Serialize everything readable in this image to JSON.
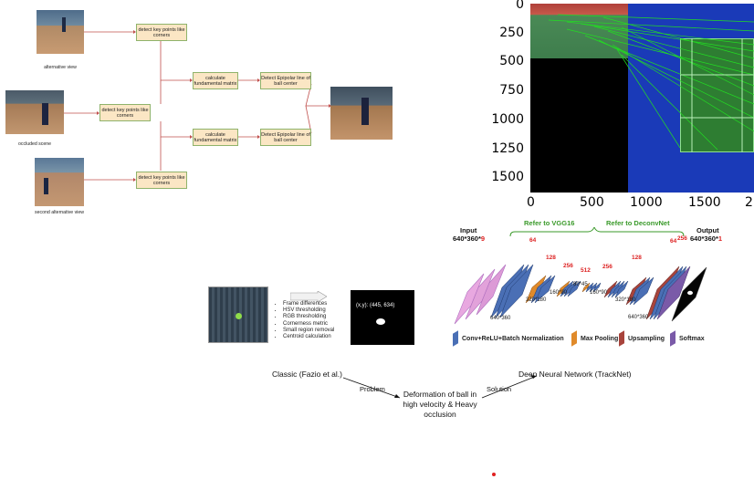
{
  "flowchart": {
    "boxes": {
      "kp_top": "detect key points like corners",
      "kp_mid": "detect key points like corners",
      "kp_bot": "detect key points like corners",
      "fm_top": "calculate fundamental matrix",
      "fm_bot": "calculate fundamental matrix",
      "ep_top": "Detect Epipolar line of ball center",
      "ep_bot": "Detect Epipolar line of ball center"
    },
    "captions": {
      "top": "alternative view",
      "mid": "occluded scene",
      "bot": "second alternative view"
    },
    "colors": {
      "box_fill": "#fbe6c4",
      "box_border": "#8fb36b",
      "arrow": "#c0504d"
    }
  },
  "plot": {
    "y_ticks": [
      "0",
      "250",
      "500",
      "750",
      "1000",
      "1250",
      "1500"
    ],
    "x_ticks": [
      "0",
      "500",
      "1000",
      "1500",
      "2"
    ],
    "colors": {
      "background": "#1a3ab8",
      "court": "#2e7d32",
      "lines": "#22dd22",
      "black_area": "#000000"
    }
  },
  "network": {
    "input_label": "Input",
    "input_size": "640*360*",
    "input_channels": "9",
    "output_label": "Output",
    "output_size": "640*360*",
    "output_channels": "1",
    "group_vgg": "Refer to VGG16",
    "group_deconv": "Refer to DeconvNet",
    "channels": [
      "64",
      "128",
      "256",
      "512",
      "256",
      "128",
      "64",
      "256"
    ],
    "sizes": [
      "640*360",
      "320*180",
      "160*90",
      "80*45",
      "160*90",
      "320*180",
      "640*360"
    ],
    "legend": [
      "Conv+ReLU+Batch Normalization",
      "Max Pooling",
      "Upsampling",
      "Softmax"
    ],
    "colors": {
      "conv": "#4a6fb5",
      "pool": "#e08a2a",
      "upsample": "#a8443c",
      "softmax": "#7a5aa8",
      "group": "#3a9a2a",
      "channel": "#d22"
    }
  },
  "classic": {
    "steps": [
      "Frame differences",
      "HSV thresholding",
      "RGB thresholding",
      "Cornerness metric",
      "Small region removal",
      "Centroid calculation"
    ],
    "coord_label": "(x,y): (445, 634)"
  },
  "comparison": {
    "classic": "Classic (Fazio et al.)",
    "problem": "Problem",
    "deformation": "Deformation of ball in high velocity & Heavy occlusion",
    "solution": "Solution",
    "dnn": "Deep Neural Network (TrackNet)"
  }
}
